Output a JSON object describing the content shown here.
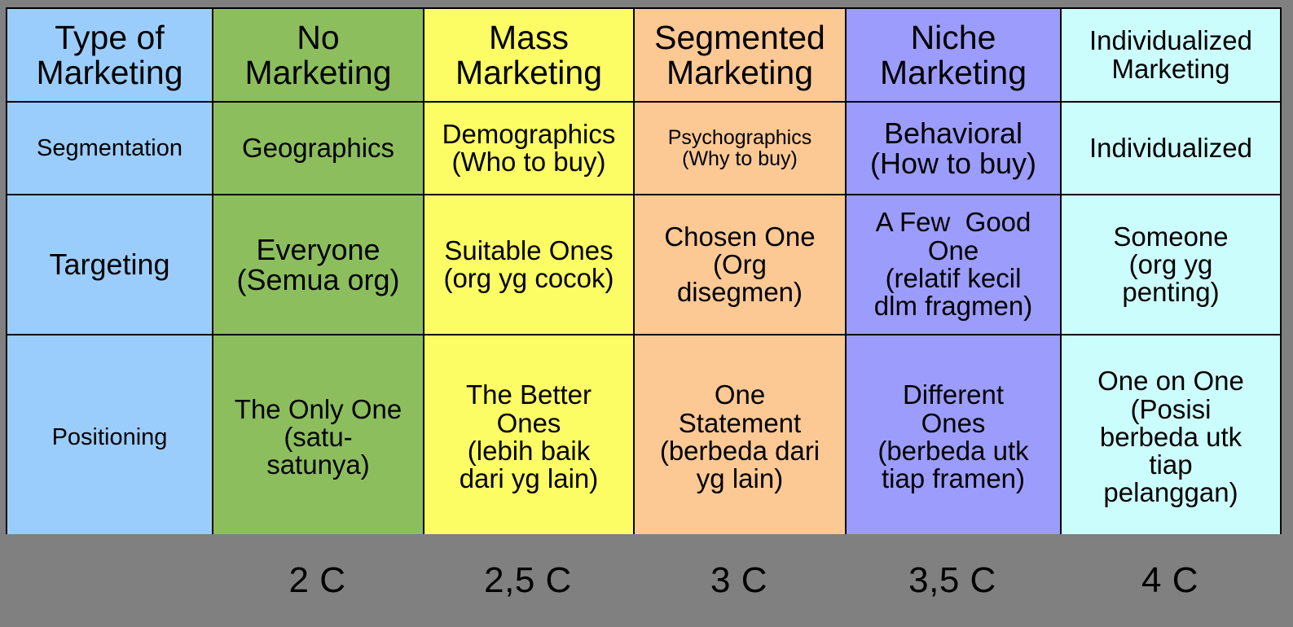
{
  "diagram": {
    "title": "Type of Marketing segmentation / targeting / positioning matrix",
    "columns": [
      {
        "key": "label",
        "header": "Type of\nMarketing",
        "color": "#9bcdfc",
        "footer": ""
      },
      {
        "key": "nomkt",
        "header": "No\nMarketing",
        "color": "#8dbe5e",
        "footer": "2 C"
      },
      {
        "key": "mass",
        "header": "Mass\nMarketing",
        "color": "#fcfc64",
        "footer": "2,5 C"
      },
      {
        "key": "seg",
        "header": "Segmented\nMarketing",
        "color": "#fcc894",
        "footer": "3 C"
      },
      {
        "key": "niche",
        "header": "Niche\nMarketing",
        "color": "#9c9cfc",
        "footer": "3,5 C"
      },
      {
        "key": "indiv",
        "header": "Individualized\nMarketing",
        "color": "#ccfdfd",
        "footer": "4 C"
      }
    ],
    "rows": [
      {
        "label": "Segmentation",
        "cells": [
          "Geographics",
          "Demographics\n(Who to buy)",
          "Psychographics\n(Why to buy)",
          "Behavioral\n(How to buy)",
          "Individualized"
        ]
      },
      {
        "label": "Targeting",
        "cells": [
          "Everyone\n(Semua org)",
          "Suitable Ones\n(org yg cocok)",
          "Chosen One\n(Org\ndisegmen)",
          "A Few  Good\nOne\n(relatif kecil\ndlm fragmen)",
          "Someone\n(org yg\npenting)"
        ]
      },
      {
        "label": "Positioning",
        "cells": [
          "The Only One\n(satu-\nsatunya)",
          "The Better\nOnes\n(lebih baik\ndari yg lain)",
          "One\nStatement\n(berbeda dari\nyg lain)",
          "Different\nOnes\n(berbeda utk\ntiap framen)",
          "One on One\n(Posisi\nberbeda utk\ntiap\npelanggan)"
        ]
      }
    ],
    "footer_note_label": "",
    "background_color": "#808080",
    "border_color": "#000000"
  }
}
